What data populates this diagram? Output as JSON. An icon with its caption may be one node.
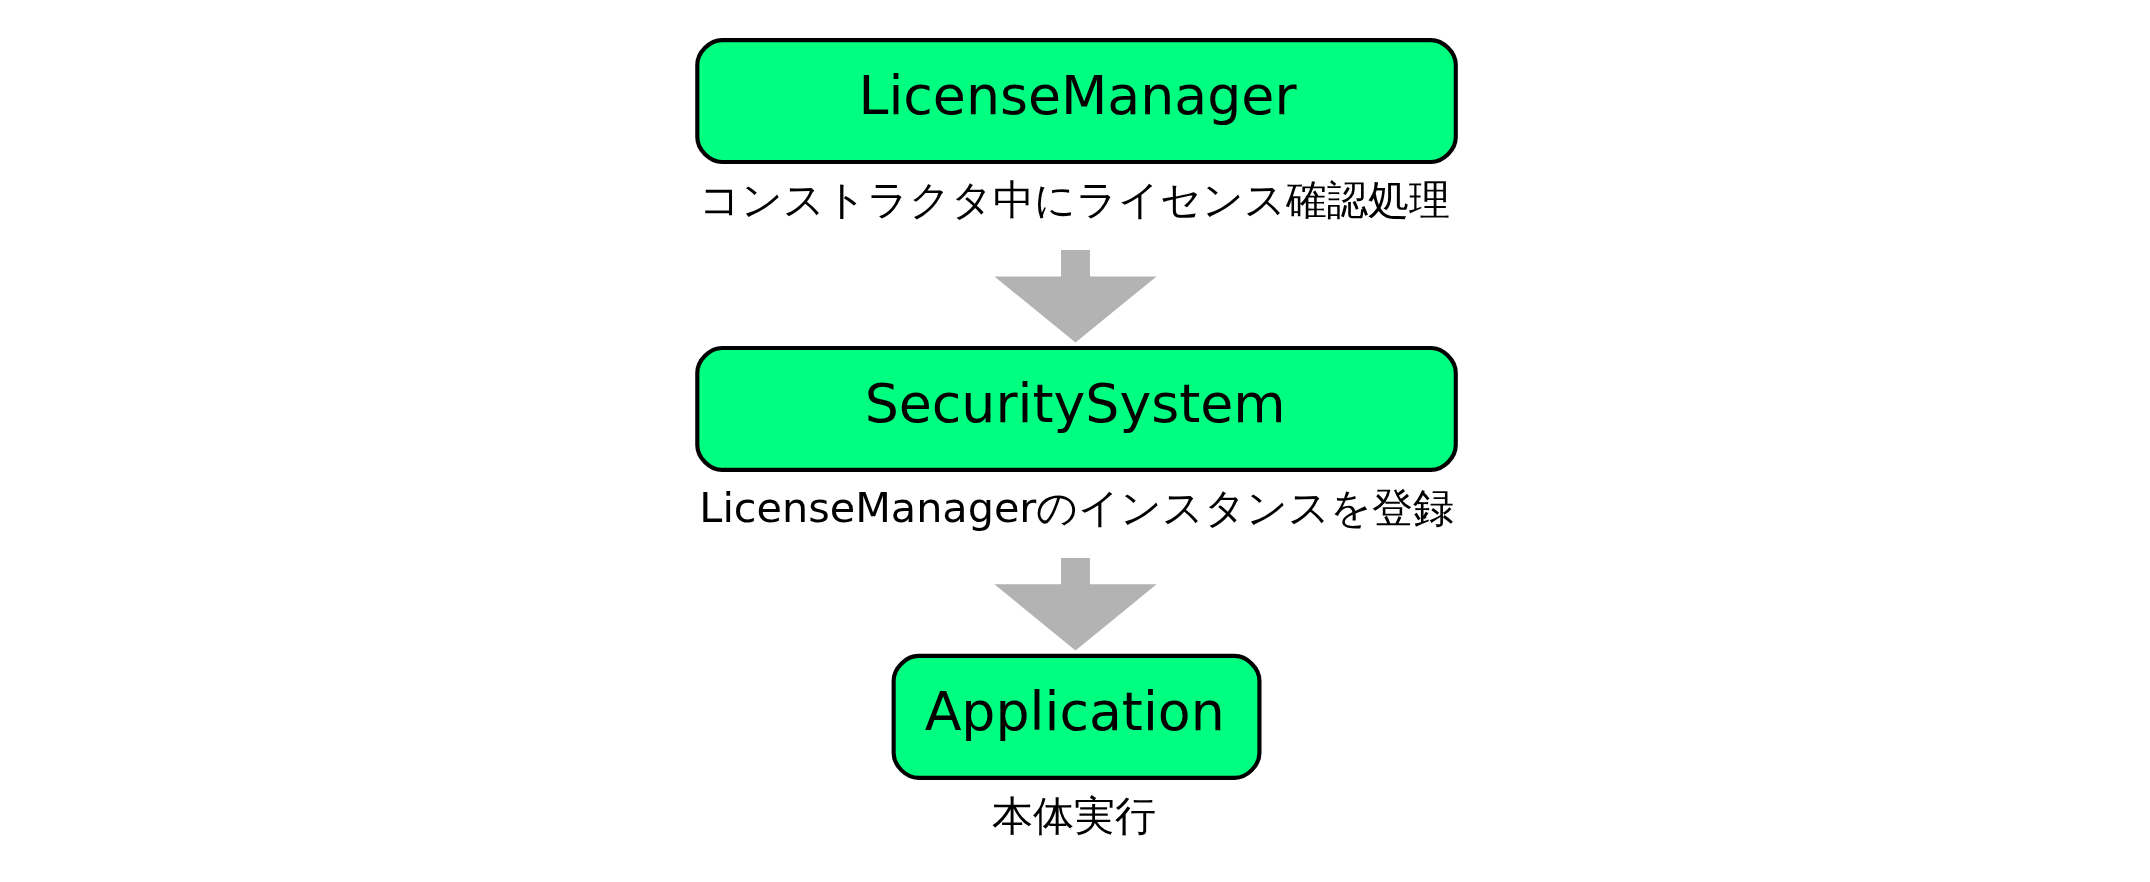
{
  "diagram": {
    "nodes": [
      {
        "text": [
          "LicenseManager"
        ],
        "beside": [
          "コンストラクタ中にライセンス確認処理"
        ]
      },
      {
        "text": [
          "SecuritySystem"
        ],
        "beside": [
          "LicenseManagerのインスタンスを登録"
        ]
      },
      {
        "text": [
          "Application"
        ],
        "beside": [
          "本体実行"
        ]
      }
    ],
    "edges": [
      {
        "from": 0,
        "to": 1,
        "arrow": "to"
      },
      {
        "from": 1,
        "to": 2,
        "arrow": "to"
      }
    ]
  }
}
